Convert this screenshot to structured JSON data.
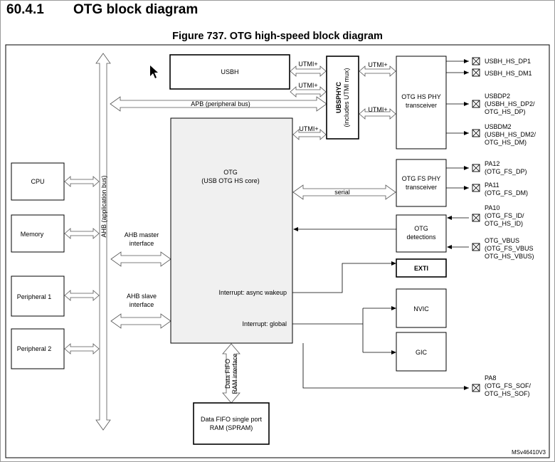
{
  "header": {
    "section_number": "60.4.1",
    "section_title": "OTG block diagram"
  },
  "figure_title": "Figure 737. OTG high-speed block diagram",
  "blocks": {
    "usbh": "USBH",
    "ubsphyc": "UBSPHYC",
    "ubsphyc_sub": "(includes UTMI mux)",
    "otg_hs_phy": [
      "OTG HS PHY",
      "transceiver"
    ],
    "otg_core": [
      "OTG",
      "(USB OTG HS core)"
    ],
    "otg_fs_phy": [
      "OTG FS PHY",
      "transceiver"
    ],
    "otg_detections": [
      "OTG",
      "detections"
    ],
    "exti": "EXTI",
    "nvic": "NVIC",
    "gic": "GIC",
    "cpu": "CPU",
    "memory": "Memory",
    "peripheral1": "Peripheral 1",
    "peripheral2": "Peripheral 2",
    "spram": [
      "Data FIFO single port",
      "RAM (SPRAM)"
    ]
  },
  "buses": {
    "ahb": "AHB (application bus)",
    "apb": "APB (peripheral bus)",
    "ahb_master": [
      "AHB master",
      "interface"
    ],
    "ahb_slave": [
      "AHB slave",
      "interface"
    ],
    "serial": "serial",
    "utmi": "UTMI+",
    "fifo_iface": [
      "Data FIFO",
      "RAM interface"
    ]
  },
  "interrupts": {
    "async_wakeup": "Interrupt: async wakeup",
    "global": "Interrupt: global"
  },
  "pins": {
    "usbh_dp1": [
      "USBH_HS_DP1"
    ],
    "usbh_dm1": [
      "USBH_HS_DM1"
    ],
    "usbdp2": [
      "USBDP2",
      "(USBH_HS_DP2/",
      "OTG_HS_DP)"
    ],
    "usbdm2": [
      "USBDM2",
      "(USBH_HS_DM2/",
      "OTG_HS_DM)"
    ],
    "pa12": [
      "PA12",
      "(OTG_FS_DP)"
    ],
    "pa11": [
      "PA11",
      "(OTG_FS_DM)"
    ],
    "pa10": [
      "PA10",
      "(OTG_FS_ID/",
      "OTG_HS_ID)"
    ],
    "otg_vbus": [
      "OTG_VBUS",
      "(OTG_FS_VBUS",
      "OTG_HS_VBUS)"
    ],
    "pa8": [
      "PA8",
      "(OTG_FS_SOF/",
      "OTG_HS_SOF)"
    ]
  },
  "reference": "MSv46410V3"
}
